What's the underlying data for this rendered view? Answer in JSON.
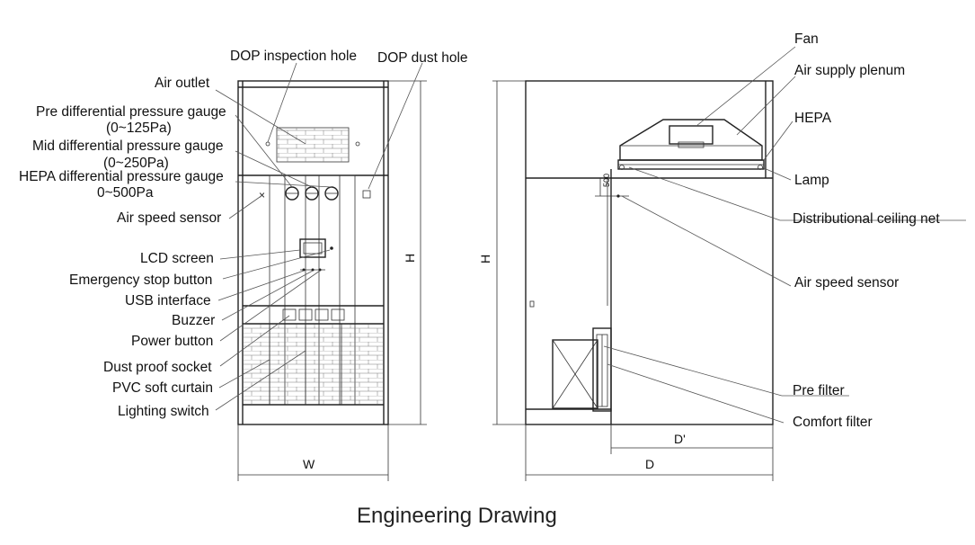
{
  "front_labels": {
    "dop_inspection_hole": "DOP inspection hole",
    "dop_dust_hole": "DOP dust hole",
    "air_outlet": "Air outlet",
    "pre_gauge_line1": "Pre differential pressure gauge",
    "pre_gauge_line2": "(0~125Pa)",
    "mid_gauge_line1": "Mid differential pressure gauge",
    "mid_gauge_line2": "(0~250Pa)",
    "hepa_gauge_line1": "HEPA differential pressure gauge",
    "hepa_gauge_line2": "0~500Pa",
    "air_speed_sensor": "Air speed sensor",
    "lcd_screen": "LCD screen",
    "emergency_stop": "Emergency stop button",
    "usb_interface": "USB interface",
    "buzzer": "Buzzer",
    "power_button": "Power button",
    "dust_proof_socket": "Dust proof socket",
    "pvc_curtain": "PVC soft curtain",
    "lighting_switch": "Lighting switch"
  },
  "side_labels": {
    "fan": "Fan",
    "air_supply_plenum": "Air supply plenum",
    "hepa": "HEPA",
    "lamp": "Lamp",
    "ceiling_net": "Distributional ceiling net",
    "air_speed_sensor": "Air speed sensor",
    "pre_filter": "Pre filter",
    "comfort_filter": "Comfort filter"
  },
  "dimensions": {
    "front_height": "H",
    "front_width": "W",
    "side_height": "H",
    "side_depth_inner": "D'",
    "side_depth": "D",
    "sensor_offset": "500"
  },
  "caption": "Engineering Drawing"
}
